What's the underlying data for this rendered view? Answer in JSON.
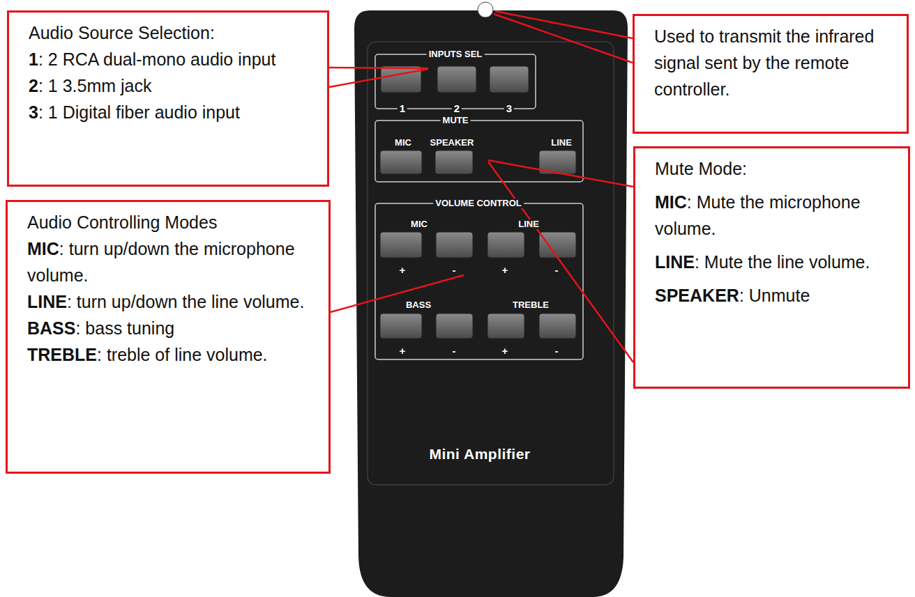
{
  "diagram": {
    "nodes": [
      {
        "text": [
          "Audio Source Selection:",
          "1",
          ": 2 RCA dual-mono audio input",
          "2",
          ": 1 3.5mm jack",
          "3",
          ": 1 Digital fiber audio input"
        ]
      },
      {
        "text": [
          "Used to transmit the infrared signal sent by the remote controller."
        ]
      },
      {
        "text": [
          "Audio Controlling Modes",
          "MIC",
          ": turn up/down the microphone volume.",
          "LINE",
          ": turn up/down the line volume.",
          "BASS",
          ": bass tuning",
          "TREBLE",
          ": treble of line volume."
        ]
      },
      {
        "text": [
          "Mute Mode:",
          "MIC",
          ": Mute the microphone volume.",
          "LINE",
          ": Mute the line volume.",
          "SPEAKER",
          ": Unmute"
        ]
      }
    ],
    "labels": [
      "INPUTS SEL",
      "1",
      "2",
      "3",
      "MUTE",
      "MIC",
      "SPEAKER",
      "LINE",
      "VOLUME CONTROL",
      "MIC",
      "LINE",
      "+",
      "-",
      "+",
      "-",
      "BASS",
      "TREBLE",
      "+",
      "-",
      "+",
      "-",
      "Mini Amplifier"
    ]
  }
}
